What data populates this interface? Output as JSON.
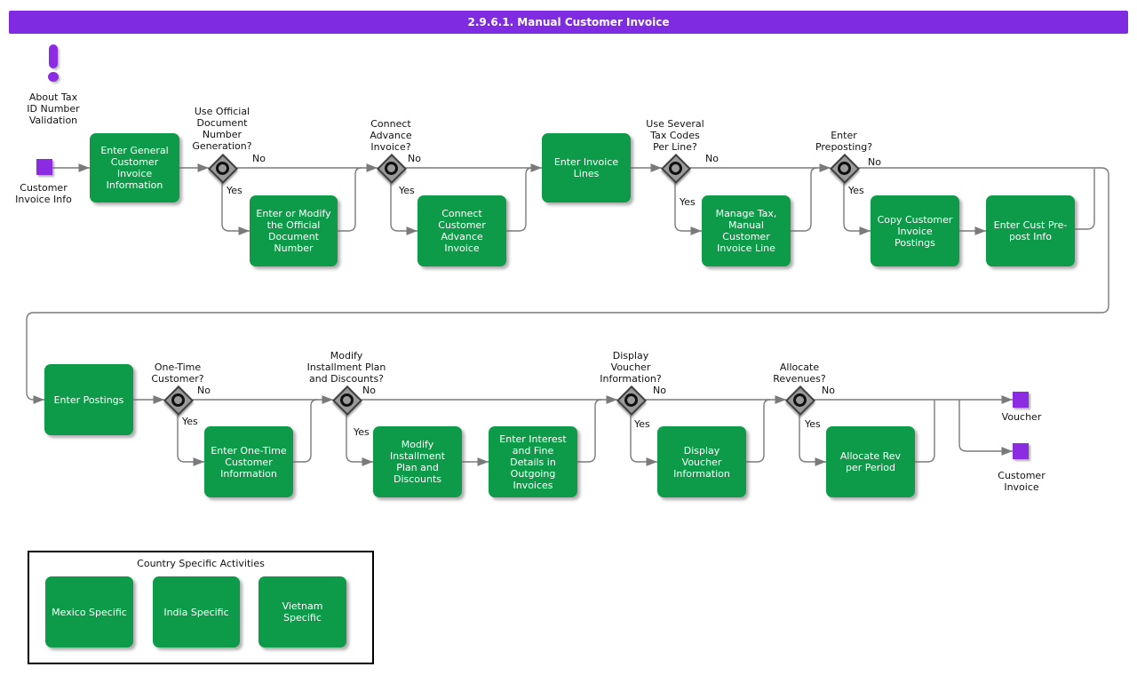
{
  "header": {
    "title": "2.9.6.1. Manual Customer Invoice"
  },
  "annotation": {
    "label": "About Tax\nID Number\nValidation"
  },
  "artifacts": {
    "customer_invoice_info": "Customer\nInvoice Info",
    "voucher": "Voucher",
    "customer_invoice": "Customer\nInvoice"
  },
  "activities": {
    "enter_general": "Enter General Customer Invoice Information",
    "enter_modify_odn": "Enter or Modify the Official Document Number",
    "connect_cai": "Connect Customer Advance Invoice",
    "enter_invoice_lines": "Enter Invoice Lines",
    "manage_tax": "Manage Tax, Manual Customer Invoice Line",
    "copy_cip": "Copy Customer Invoice Postings",
    "enter_cust_prepost": "Enter Cust Pre-post Info",
    "enter_postings": "Enter Postings",
    "enter_one_time": "Enter One-Time Customer Information",
    "modify_installment": "Modify Installment Plan and Discounts",
    "enter_interest": "Enter Interest and Fine Details in Outgoing Invoices",
    "display_voucher": "Display Voucher Information",
    "allocate_rev": "Allocate Rev per Period",
    "mexico": "Mexico Specific",
    "india": "India Specific",
    "vietnam": "Vietnam Specific"
  },
  "decisions": {
    "official_doc": "Use Official\nDocument\nNumber\nGeneration?",
    "connect_advance": "Connect\nAdvance\nInvoice?",
    "several_tax": "Use Several\nTax Codes\nPer Line?",
    "enter_preposting": "Enter\nPreposting?",
    "one_time": "One-Time\nCustomer?",
    "modify_plan": "Modify\nInstallment Plan\nand Discounts?",
    "display_voucher_q": "Display\nVoucher\nInformation?",
    "allocate_revenues": "Allocate\nRevenues?"
  },
  "branch": {
    "yes": "Yes",
    "no": "No"
  },
  "country_box": {
    "title": "Country Specific Activities"
  },
  "colors": {
    "header": "#7e2be2",
    "activity": "#0e9b49",
    "artifact": "#8b2be2",
    "connector": "#7a7a7a"
  }
}
